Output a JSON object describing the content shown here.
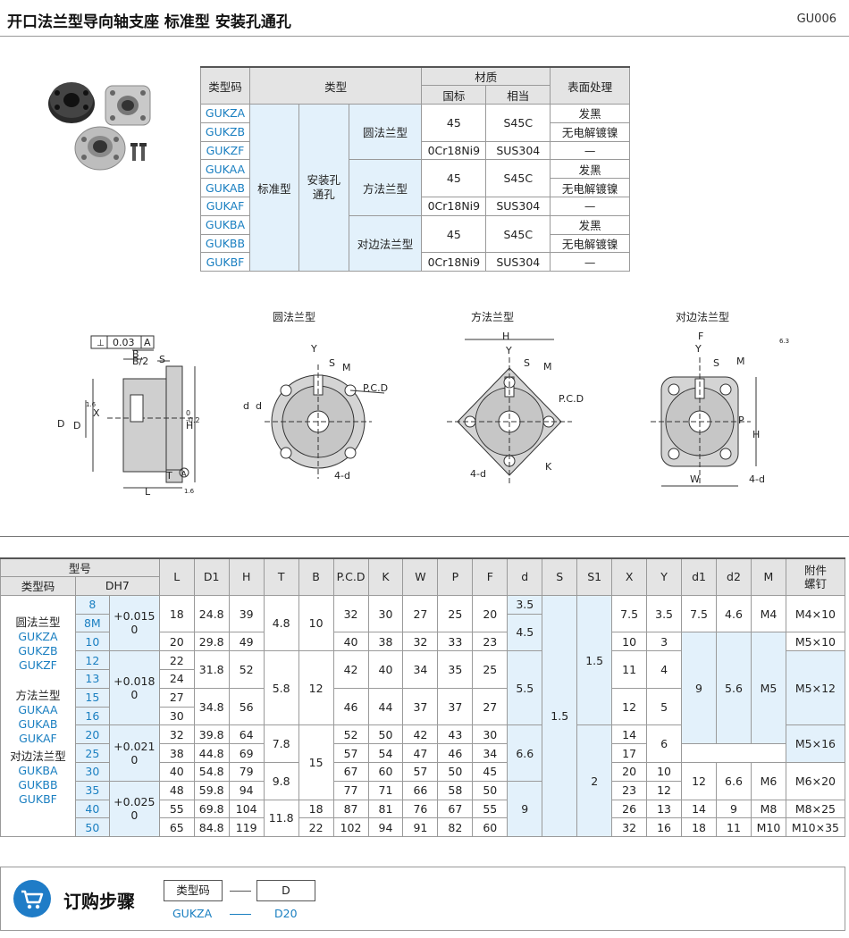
{
  "header": {
    "title": "开口法兰型导向轴支座  标准型  安装孔通孔",
    "code": "GU006"
  },
  "material_table": {
    "headers": {
      "type_code": "类型码",
      "type": "类型",
      "material": "材质",
      "national": "国标",
      "equivalent": "相当",
      "surface": "表面处理"
    },
    "codes": [
      "GUKZA",
      "GUKZB",
      "GUKZF",
      "GUKAA",
      "GUKAB",
      "GUKAF",
      "GUKBA",
      "GUKBB",
      "GUKBF"
    ],
    "category": "标准型",
    "sub_category": "安装孔\n通孔",
    "groups": [
      {
        "name": "圆法兰型",
        "mat1": "45",
        "eq1": "S45C",
        "mat2": "0Cr18Ni9",
        "eq2": "SUS304"
      },
      {
        "name": "方法兰型",
        "mat1": "45",
        "eq1": "S45C",
        "mat2": "0Cr18Ni9",
        "eq2": "SUS304"
      },
      {
        "name": "对边法兰型",
        "mat1": "45",
        "eq1": "S45C",
        "mat2": "0Cr18Ni9",
        "eq2": "SUS304"
      }
    ],
    "surface": {
      "black": "发黑",
      "nickel": "无电解镀镍",
      "none": "—"
    }
  },
  "drawings": {
    "titles": {
      "round": "圆法兰型",
      "square": "方法兰型",
      "sided": "对边法兰型"
    },
    "labels": {
      "tol": "0.03",
      "datumA": "A",
      "b_half": "B/2",
      "b": "B",
      "s1": "S",
      "s1sub": "1",
      "d1": "D",
      "d1sub": "1",
      "dh7": "D",
      "dh7sub": "H7",
      "x": "X",
      "h": "H",
      "h_tol_up": "0",
      "h_tol_dn": "-0.2",
      "t": "T",
      "l": "L",
      "a_circ": "A",
      "rough1": "1.6",
      "rough2": "1.6",
      "rough3": "6.3",
      "y": "Y",
      "s": "S",
      "m": "M",
      "pcd": "P.C.D",
      "d_small1": "d",
      "d_small1sub": "1",
      "d_small2": "d",
      "d_small2sub": "2",
      "four_d": "4-d",
      "k": "K",
      "f": "F",
      "p": "P",
      "w": "W"
    }
  },
  "spec_table": {
    "header": {
      "model": "型号",
      "type_code": "类型码",
      "dh7": "DH7",
      "cols": [
        "L",
        "D1",
        "H",
        "T",
        "B",
        "P.C.D",
        "K",
        "W",
        "P",
        "F",
        "d",
        "S",
        "S1",
        "X",
        "Y",
        "d1",
        "d2",
        "M"
      ],
      "screw": "附件\n螺钉"
    },
    "type_groups": [
      {
        "name": "圆法兰型",
        "codes": [
          "GUKZA",
          "GUKZB",
          "GUKZF"
        ]
      },
      {
        "name": "方法兰型",
        "codes": [
          "GUKAA",
          "GUKAB",
          "GUKAF"
        ]
      },
      {
        "name": "对边法兰型",
        "codes": [
          "GUKBA",
          "GUKBB",
          "GUKBF"
        ]
      }
    ],
    "rows": [
      {
        "dh7": "8",
        "L": "18",
        "D1": "24.8",
        "H": "39",
        "PCD": "32",
        "K": "30",
        "W": "27",
        "P": "25",
        "F": "20",
        "X": "7.5",
        "Y": "3.5"
      },
      {
        "dh7": "8M"
      },
      {
        "dh7": "10",
        "L": "20",
        "D1": "29.8",
        "H": "49",
        "PCD": "40",
        "K": "38",
        "W": "32",
        "P": "33",
        "F": "23",
        "X": "10",
        "Y": "3"
      },
      {
        "dh7": "12",
        "L": "22"
      },
      {
        "dh7": "13",
        "L": "24"
      },
      {
        "dh7": "15",
        "L": "27"
      },
      {
        "dh7": "16",
        "L": "30"
      },
      {
        "dh7": "20",
        "L": "32",
        "D1": "39.8",
        "H": "64",
        "PCD": "52",
        "K": "50",
        "W": "42",
        "P": "43",
        "F": "30",
        "X": "14"
      },
      {
        "dh7": "25",
        "L": "38",
        "D1": "44.8",
        "H": "69",
        "PCD": "57",
        "K": "54",
        "W": "47",
        "P": "46",
        "F": "34",
        "X": "17"
      },
      {
        "dh7": "30",
        "L": "40",
        "D1": "54.8",
        "H": "79",
        "PCD": "67",
        "K": "60",
        "W": "57",
        "P": "50",
        "F": "45",
        "X": "20",
        "Y": "10"
      },
      {
        "dh7": "35",
        "L": "48",
        "D1": "59.8",
        "H": "94",
        "PCD": "77",
        "K": "71",
        "W": "66",
        "P": "58",
        "F": "50",
        "X": "23",
        "Y": "12"
      },
      {
        "dh7": "40",
        "L": "55",
        "D1": "69.8",
        "H": "104",
        "B": "18",
        "PCD": "87",
        "K": "81",
        "W": "76",
        "P": "67",
        "F": "55",
        "X": "26",
        "Y": "13",
        "d1": "14",
        "d2": "9",
        "M": "M8",
        "screw": "M8×25"
      },
      {
        "dh7": "50",
        "L": "65",
        "D1": "84.8",
        "H": "119",
        "B": "22",
        "PCD": "102",
        "K": "94",
        "W": "91",
        "P": "82",
        "F": "60",
        "X": "32",
        "Y": "16",
        "d1": "18",
        "d2": "11",
        "M": "M10",
        "screw": "M10×35"
      }
    ],
    "merged": {
      "tol1": "+0.015\n0",
      "tol2": "+0.018\n0",
      "tol3": "+0.021\n0",
      "tol4": "+0.025\n0",
      "D1_12_13": "31.8",
      "H_12_13": "52",
      "PCD_12_13": "42",
      "K_12_13": "40",
      "W_12_13": "34",
      "P_12_13": "35",
      "F_12_13": "25",
      "X_12_13": "11",
      "Y_12_13": "4",
      "D1_15_16": "34.8",
      "H_15_16": "56",
      "PCD_15_16": "46",
      "K_15_16": "44",
      "W_15_16": "37",
      "P_15_16": "37",
      "F_15_16": "27",
      "X_15_16": "12",
      "Y_15_16": "5",
      "T_a": "4.8",
      "T_b": "5.8",
      "T_c": "7.8",
      "T_d": "9.8",
      "T_e": "11.8",
      "B_a": "10",
      "B_b": "12",
      "B_c": "15",
      "d_a": "3.5",
      "d_b": "4.5",
      "d_c": "5.5",
      "d_d": "6.6",
      "d_e": "9",
      "S_a": "1.5",
      "S1_a": "1.5",
      "S1_b": "2",
      "Y_20_25": "6",
      "d1_a": "7.5",
      "d2_a": "4.6",
      "M_a": "M4",
      "screw_a": "M4×10",
      "screw_b": "M5×10",
      "d1_b": "9",
      "d2_b": "5.6",
      "M_b": "M5",
      "screw_c": "M5×12",
      "screw_d": "M5×16",
      "d1_c": "12",
      "d2_c": "6.6",
      "M_c": "M6",
      "screw_e": "M6×20"
    }
  },
  "order": {
    "title": "订购步骤",
    "box1": "类型码",
    "box2": "D",
    "example1": "GUKZA",
    "example2": "D20"
  },
  "colors": {
    "accent": "#1a7fc1",
    "light_blue": "#e3f1fb",
    "header_gray": "#e4e4e4"
  }
}
